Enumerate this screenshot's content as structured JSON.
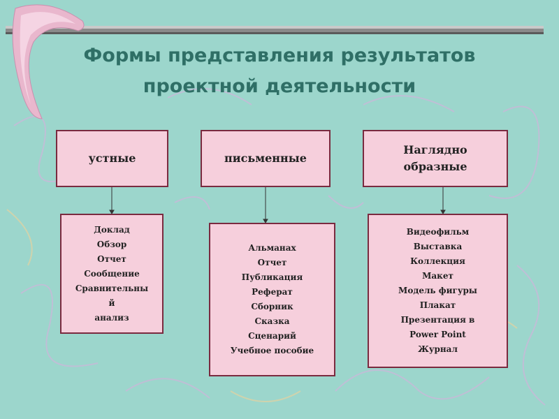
{
  "title": [
    "Формы представления результатов",
    "проектной деятельности"
  ],
  "categories": [
    {
      "label": [
        "устные"
      ],
      "items": [
        "Доклад",
        "Обзор",
        "Отчет",
        "Сообщение",
        "Сравнительны",
        "й",
        "анализ"
      ]
    },
    {
      "label": [
        "письменные"
      ],
      "items": [
        "Альманах",
        "Отчет",
        "Публикация",
        "Реферат",
        "Сборник",
        "Сказка",
        "Сценарий",
        "Учебное пособие"
      ]
    },
    {
      "label": [
        "Наглядно",
        "образные"
      ],
      "items": [
        "Видеофильм",
        "Выставка",
        "Коллекция",
        "Макет",
        "Модель фигуры",
        "Плакат",
        "Презентация в",
        "Power Point",
        "Журнал"
      ]
    }
  ],
  "colors": {
    "background": "#9cd6cc",
    "box_fill": "#f6cfdc",
    "box_border": "#7a2a3f",
    "title": "#2f6f66"
  }
}
